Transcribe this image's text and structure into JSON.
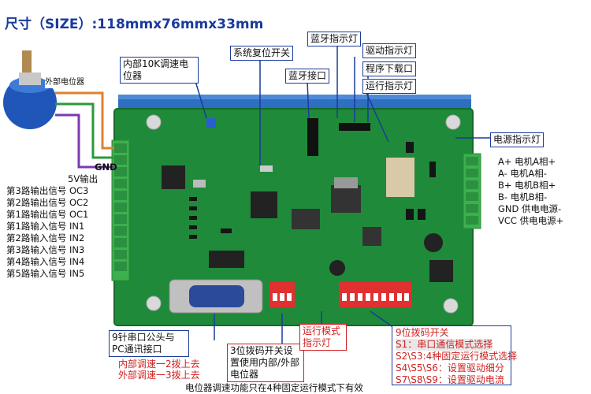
{
  "title": "尺寸（SIZE）:118mmx76mmx33mm",
  "external_pot_label": "外部电位器",
  "callouts": {
    "internal_pot": "内部10K调速电位器",
    "reset": "系统复位开关",
    "bt_port": "蓝牙接口",
    "bt_led": "蓝牙指示灯",
    "drive_led": "驱动指示灯",
    "program": "程序下载口",
    "run_led": "运行指示灯",
    "power_led": "电源指示灯",
    "serial": "9针串口公头与PC通讯接口",
    "dip3": "3位拨码开关设置使用内部/外部电位器",
    "run_mode_led": "运行模式指示灯"
  },
  "left_labels": {
    "gnd": "GND",
    "v5": "5V输出",
    "oc3": "第3路输出信号 OC3",
    "oc2": "第2路输出信号 OC2",
    "oc1": "第1路输出信号 OC1",
    "in1": "第1路输入信号 IN1",
    "in2": "第2路输入信号 IN2",
    "in3": "第3路输入信号 IN3",
    "in4": "第4路输入信号 IN4",
    "in5": "第5路输入信号 IN5"
  },
  "right_labels": {
    "a_plus": "A+ 电机A相+",
    "a_minus": "A- 电机A相-",
    "b_plus": "B+ 电机B相+",
    "b_minus": "B- 电机B相-",
    "gnd": "GND 供电电源-",
    "vcc": "VCC 供电电源+"
  },
  "dip9": {
    "title": "9位拨码开关",
    "s1": "S1：串口通信模式选择",
    "s23": "S2\\S3:4种固定运行模式选择",
    "s456": "S4\\S5\\S6：设置驱动细分",
    "s789": "S7\\S8\\S9：设置驱动电流"
  },
  "pot_notes": {
    "internal": "内部调速一2拨上去",
    "external": "外部调速一3拨上去"
  },
  "bottom_note": "电位器调速功能只在4种固定运行模式下有效",
  "colors": {
    "pcb": "#1f8a3a",
    "heatsink": "#2f6fc0",
    "terminal": "#3cb04c",
    "callout_border": "#1a3b9c",
    "red_text": "#d02020"
  }
}
